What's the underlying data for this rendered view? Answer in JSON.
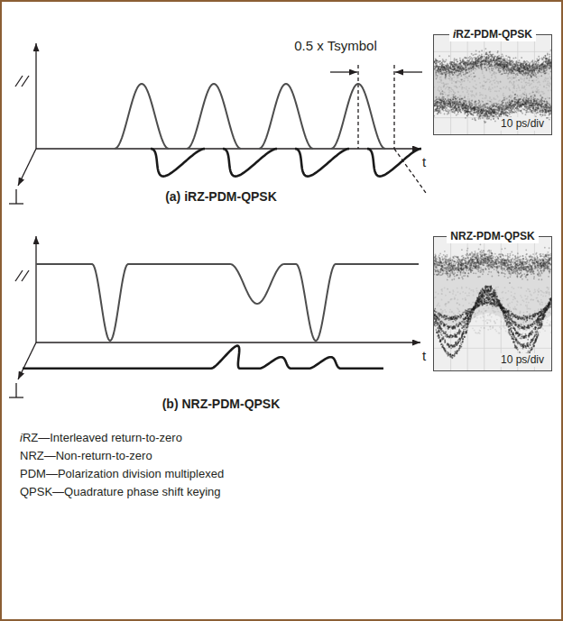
{
  "diagram": {
    "nodes": [
      {
        "text": [
          "iRZ-PDM-QPSK",
          "10 ps/div"
        ]
      },
      {
        "text": [
          "NRZ-PDM-QPSK",
          "10 ps/div"
        ]
      }
    ],
    "labels": [
      "0.5 x Tsymbol",
      "t",
      "(a) iRZ-PDM-QPSK",
      "t",
      "(b) NRZ-PDM-QPSK",
      "iRZ—Interleaved return-to-zero",
      "NRZ—Non-return-to-zero",
      "PDM—Polarization division multiplexed",
      "QPSK—Quadrature phase shift keying"
    ]
  }
}
